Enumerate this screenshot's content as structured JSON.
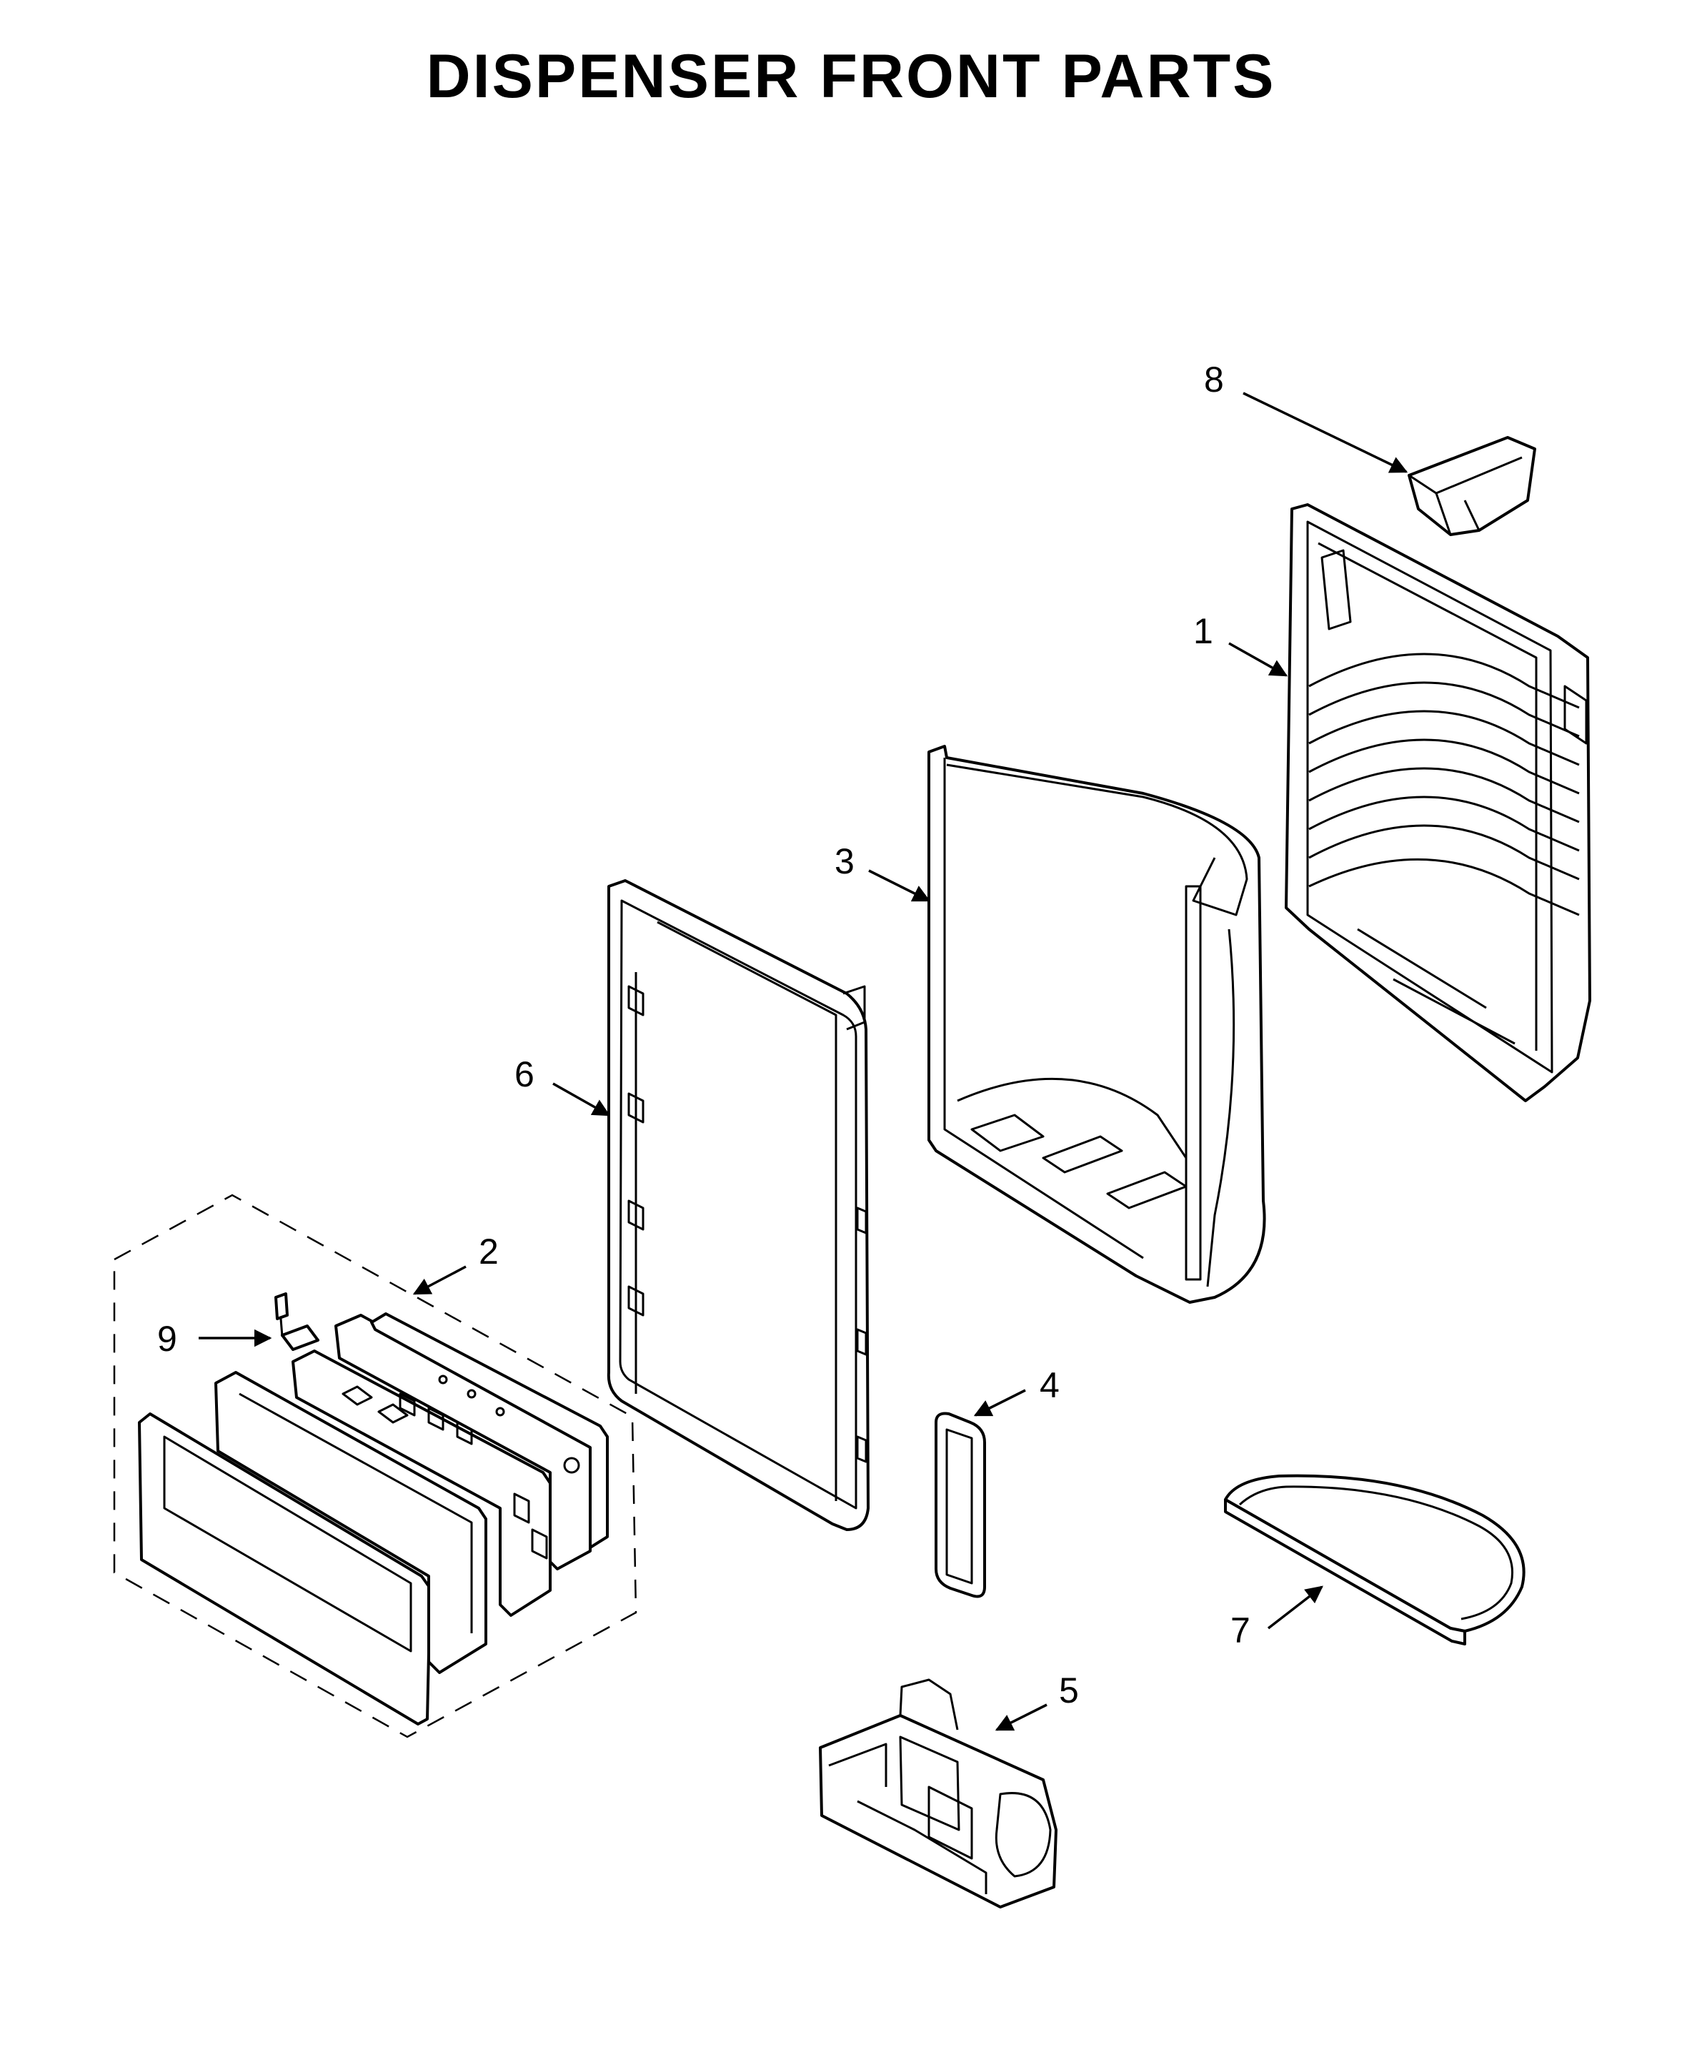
{
  "title": "DISPENSER FRONT PARTS",
  "callouts": [
    {
      "id": "1",
      "label": "1"
    },
    {
      "id": "2",
      "label": "2"
    },
    {
      "id": "3",
      "label": "3"
    },
    {
      "id": "4",
      "label": "4"
    },
    {
      "id": "5",
      "label": "5"
    },
    {
      "id": "6",
      "label": "6"
    },
    {
      "id": "7",
      "label": "7"
    },
    {
      "id": "8",
      "label": "8"
    },
    {
      "id": "9",
      "label": "9"
    }
  ]
}
